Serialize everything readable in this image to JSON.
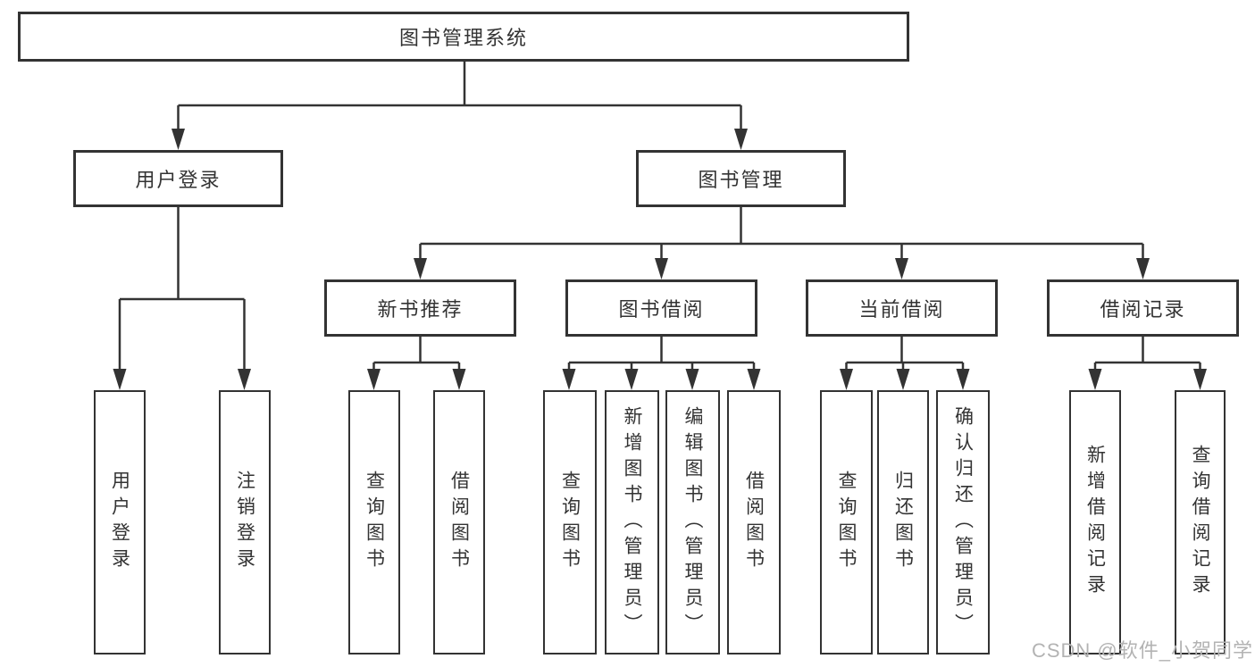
{
  "diagram": {
    "root": {
      "label": "图书管理系统"
    },
    "branches": [
      {
        "label": "用户登录",
        "children": [
          {
            "label": "用户登录"
          },
          {
            "label": "注销登录"
          }
        ]
      },
      {
        "label": "图书管理",
        "children": [
          {
            "label": "新书推荐",
            "children": [
              {
                "label": "查询图书"
              },
              {
                "label": "借阅图书"
              }
            ]
          },
          {
            "label": "图书借阅",
            "children": [
              {
                "label": "查询图书"
              },
              {
                "label": "新增图书（管理员）"
              },
              {
                "label": "编辑图书（管理员）"
              },
              {
                "label": "借阅图书"
              }
            ]
          },
          {
            "label": "当前借阅",
            "children": [
              {
                "label": "查询图书"
              },
              {
                "label": "归还图书"
              },
              {
                "label": "确认归还（管理员）"
              }
            ]
          },
          {
            "label": "借阅记录",
            "children": [
              {
                "label": "新增借阅记录"
              },
              {
                "label": "查询借阅记录"
              }
            ]
          }
        ]
      }
    ],
    "colors": {
      "line": "#333333",
      "text": "#333333",
      "box_background": "#ffffff",
      "watermark_text": "#b3b3b3"
    }
  },
  "watermark": {
    "text": "CSDN @软件_小贺同学"
  }
}
